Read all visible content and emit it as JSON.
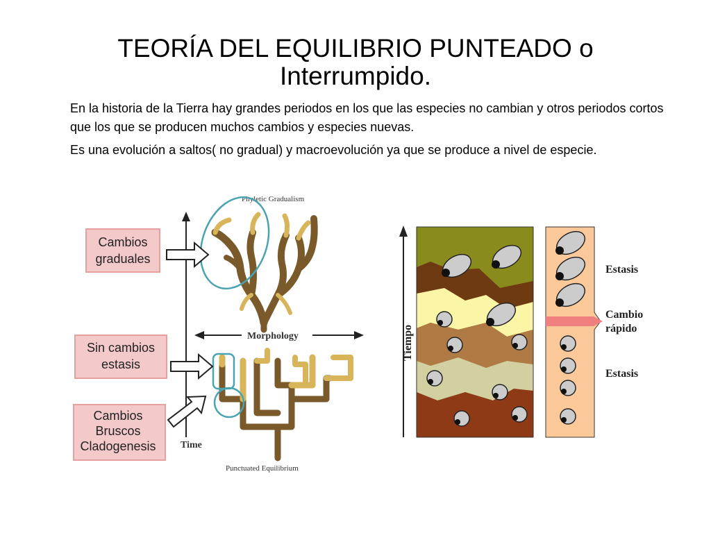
{
  "slide": {
    "title_line1": "TEORÍA DEL EQUILIBRIO PUNTEADO o",
    "title_line2": "Interrumpido.",
    "paragraph1": "En la historia de la Tierra hay grandes periodos en los que las especies no cambian y otros periodos cortos que los que se producen muchos cambios y especies nuevas.",
    "paragraph2": "Es una evolución a saltos( no gradual) y macroevolución ya que se produce a nivel de especie."
  },
  "left_diagram": {
    "top_caption": "Phyletic Gradualism",
    "bottom_caption": "Punctuated Equilibrium",
    "axis_x_label": "Morphology",
    "axis_y_label": "Time",
    "labels": {
      "gradual_1": "Cambios",
      "gradual_2": "graduales",
      "stasis_1": "Sin cambios",
      "stasis_2": "estasis",
      "abrupt_1": "Cambios",
      "abrupt_2": "Bruscos",
      "abrupt_3": "Cladogenesis"
    },
    "colors": {
      "label_box": "#f4c9c9",
      "label_border": "#e7a0a0",
      "circle": "#4aa3b0",
      "branch": "#7a5a2a",
      "branch_light": "#d8b55a"
    }
  },
  "right_diagram": {
    "axis_label": "Tiempo",
    "stasis_top": "Estasis",
    "change_1": "Cambio",
    "change_2": "rápido",
    "stasis_bottom": "Estasis",
    "colors": {
      "olive": "#8a8b1d",
      "brown": "#6e3a12",
      "cream": "#fbf5a6",
      "tan": "#b07a44",
      "khaki": "#d2cfa1",
      "red_brown": "#8e3a17",
      "panel": "#fbc89a",
      "arrow": "#f08080"
    }
  }
}
